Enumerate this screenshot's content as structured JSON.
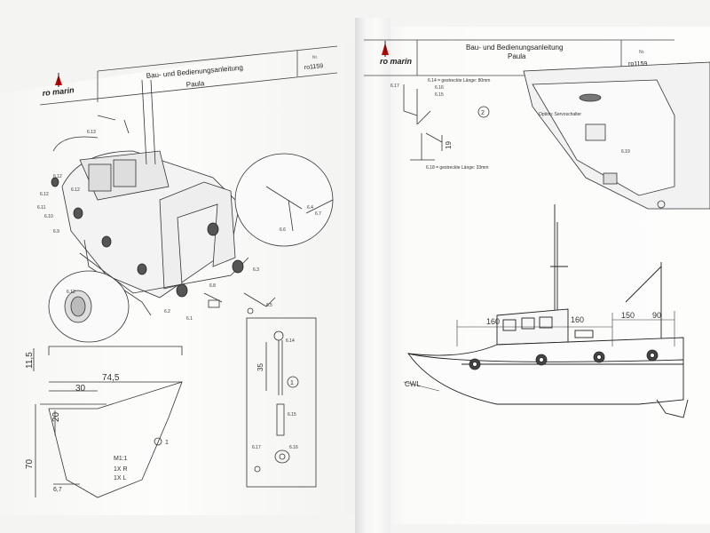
{
  "left_page": {
    "logo": "ro marin",
    "title": "Bau- und Bedienungsanleitung",
    "subtitle": "Paula",
    "nr_label": "Nr.",
    "nr_value": "ro1159",
    "part_labels": [
      "6.13",
      "6.12",
      "6.12",
      "6.12",
      "6.11",
      "6.10",
      "6.9",
      "6.4",
      "6.5",
      "6.3",
      "6.1",
      "6.2",
      "6.8",
      "6.7",
      "6.6",
      "6.12"
    ],
    "dimensions": {
      "d74_5": "74,5",
      "d30": "30",
      "d20": "20",
      "d70": "70",
      "d11_5": "11,5",
      "d6_7": "6,7",
      "d1": "1"
    },
    "scale_note": "M1:1",
    "qty_r": "1X R",
    "qty_l": "1X L",
    "detail_parts": {
      "p614": "6.14",
      "p35": "35",
      "p615": "6.15",
      "p616": "6.16",
      "p617": "6.17",
      "circle1": "1"
    }
  },
  "right_page": {
    "logo": "ro marin",
    "title": "Bau- und Bedienungsanleitung",
    "subtitle": "Paula",
    "nr_label": "Nr.",
    "nr_value": "ro1159",
    "note_614": "6.14 = gestreckte Länge: 80mm",
    "note_618": "6.18 = gestreckte Länge: 33mm",
    "p616": "6.16",
    "p615": "6.15",
    "p617": "6.17",
    "circle2": "2",
    "dim19": "19",
    "option_label": "Option: Servoschalter",
    "p619": "6.19",
    "dims": {
      "d160a": "160",
      "d160b": "160",
      "d150": "150",
      "d90": "90"
    },
    "cwl": "CWL"
  }
}
